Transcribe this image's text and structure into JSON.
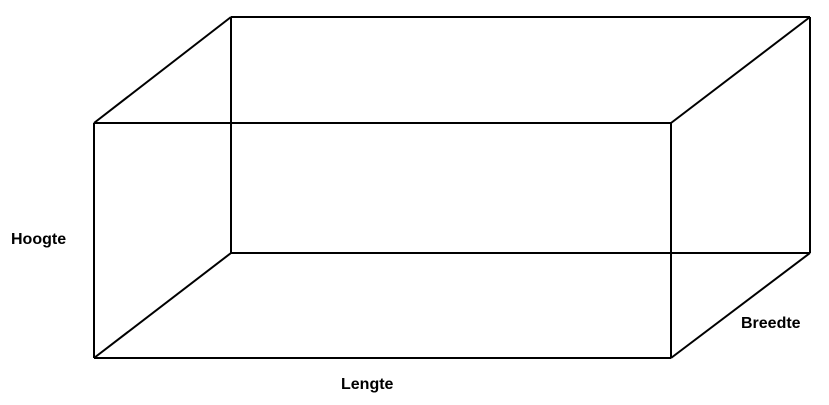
{
  "diagram": {
    "labels": {
      "height": "Hoogte",
      "length": "Lengte",
      "width": "Breedte"
    },
    "colors": {
      "line": "#000000",
      "background": "#ffffff"
    }
  }
}
